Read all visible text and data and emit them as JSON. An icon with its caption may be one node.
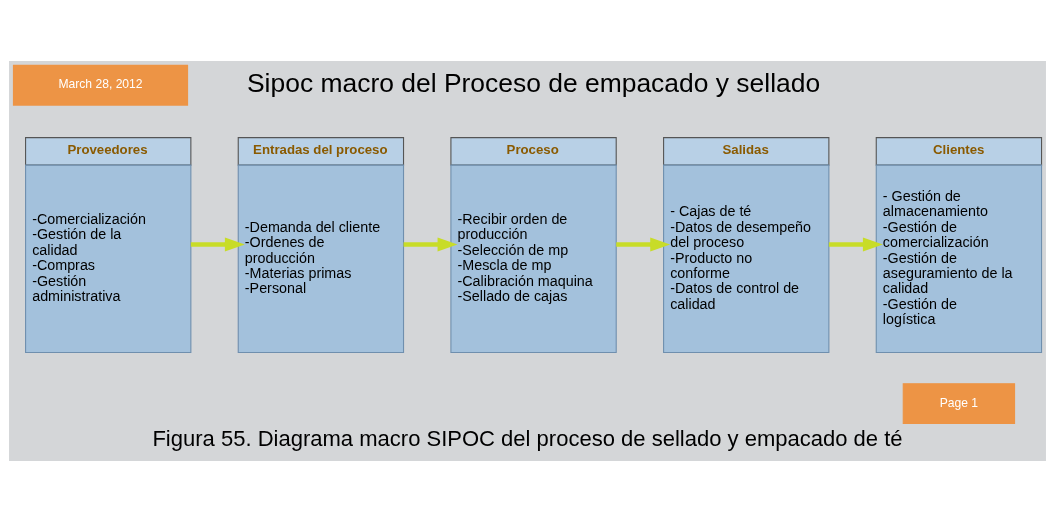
{
  "diagram": {
    "title": "Sipoc macro del Proceso de empacado y sellado",
    "caption": "Figura 55. Diagrama macro SIPOC del proceso de sellado y empacado de té",
    "nodes": [
      {
        "text": [
          "Proveedores",
          "-Comercialización",
          "-Gestión de la calidad",
          "-Compras",
          "-Gestión administrativa"
        ]
      },
      {
        "text": [
          "Entradas del proceso",
          "-Demanda del cliente",
          "-Ordenes de producción",
          "-Materias primas",
          "-Personal"
        ]
      },
      {
        "text": [
          "Proceso",
          "-Recibir orden de producción",
          "-Selección de mp",
          "-Mescla de mp",
          "-Calibración maquina",
          "-Sellado de cajas"
        ]
      },
      {
        "text": [
          "Salidas",
          "- Cajas de té",
          "-Datos de desempeño del proceso",
          "-Producto no conforme",
          "-Datos de control de calidad"
        ]
      },
      {
        "text": [
          "Clientes",
          "- Gestión de almacenamiento",
          "-Gestión de comercialización",
          "-Gestión de aseguramiento de la calidad",
          "-Gestión de logística"
        ]
      }
    ],
    "edges": [
      {
        "from": 0,
        "to": 1,
        "arrow": "to"
      },
      {
        "from": 1,
        "to": 2,
        "arrow": "to"
      },
      {
        "from": 2,
        "to": 3,
        "arrow": "to"
      },
      {
        "from": 3,
        "to": 4,
        "arrow": "to"
      }
    ],
    "labels": [
      "March 28, 2012",
      "Page 1"
    ]
  }
}
